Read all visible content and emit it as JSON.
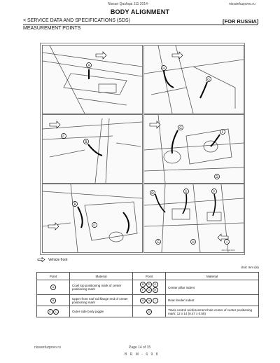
{
  "header": {
    "model": "Nissan Qashqai J11 2014-",
    "site": "nissanfuzpovo.ru",
    "title": "BODY ALIGNMENT",
    "breadcrumb": "< SERVICE DATA AND SPECIFICATIONS (SDS)",
    "region": "[FOR RUSSIA]",
    "section": "MEASUREMENT POINTS"
  },
  "figure": {
    "id": "JSPIA4963GB",
    "legend_label": "Vehicle front",
    "panels": [
      {
        "labels": [
          "A"
        ]
      },
      {
        "labels": [
          "H",
          "G"
        ]
      },
      {
        "labels": [
          "C",
          "B"
        ]
      },
      {
        "labels": [
          "G",
          "F",
          "D"
        ]
      },
      {
        "labels": [
          "B",
          "C"
        ]
      },
      {
        "labels": [
          "D",
          "E",
          "F",
          "G",
          "H",
          "I"
        ]
      }
    ]
  },
  "table": {
    "unit": "Unit: mm (in)",
    "headers": [
      "Point",
      "Material",
      "Point",
      "Material"
    ],
    "rows": [
      {
        "p1": [
          "A"
        ],
        "m1": "Cowl top positioning mark of center positioning mark",
        "p2": [
          "B",
          "D",
          "E",
          "F",
          "G",
          "H"
        ],
        "m2": "Center pillar indent"
      },
      {
        "p1": [
          "B"
        ],
        "m1": "Upper front roof rail flange end of center positioning mark",
        "p2": [
          "G",
          "H",
          "I"
        ],
        "m2": "Rear fender indent"
      },
      {
        "p1": [
          "C",
          "C"
        ],
        "m1": "Outer side body joggle",
        "p2": [
          "D"
        ],
        "m2": "Trans control reinforcement hole center of center positioning mark: 12 x 14 (0.47 x 0.55)"
      }
    ]
  },
  "footer": {
    "site": "nissanfuzpovo.ru",
    "page": "Page 14 of 15",
    "code": "B R M - 6 9 8"
  }
}
